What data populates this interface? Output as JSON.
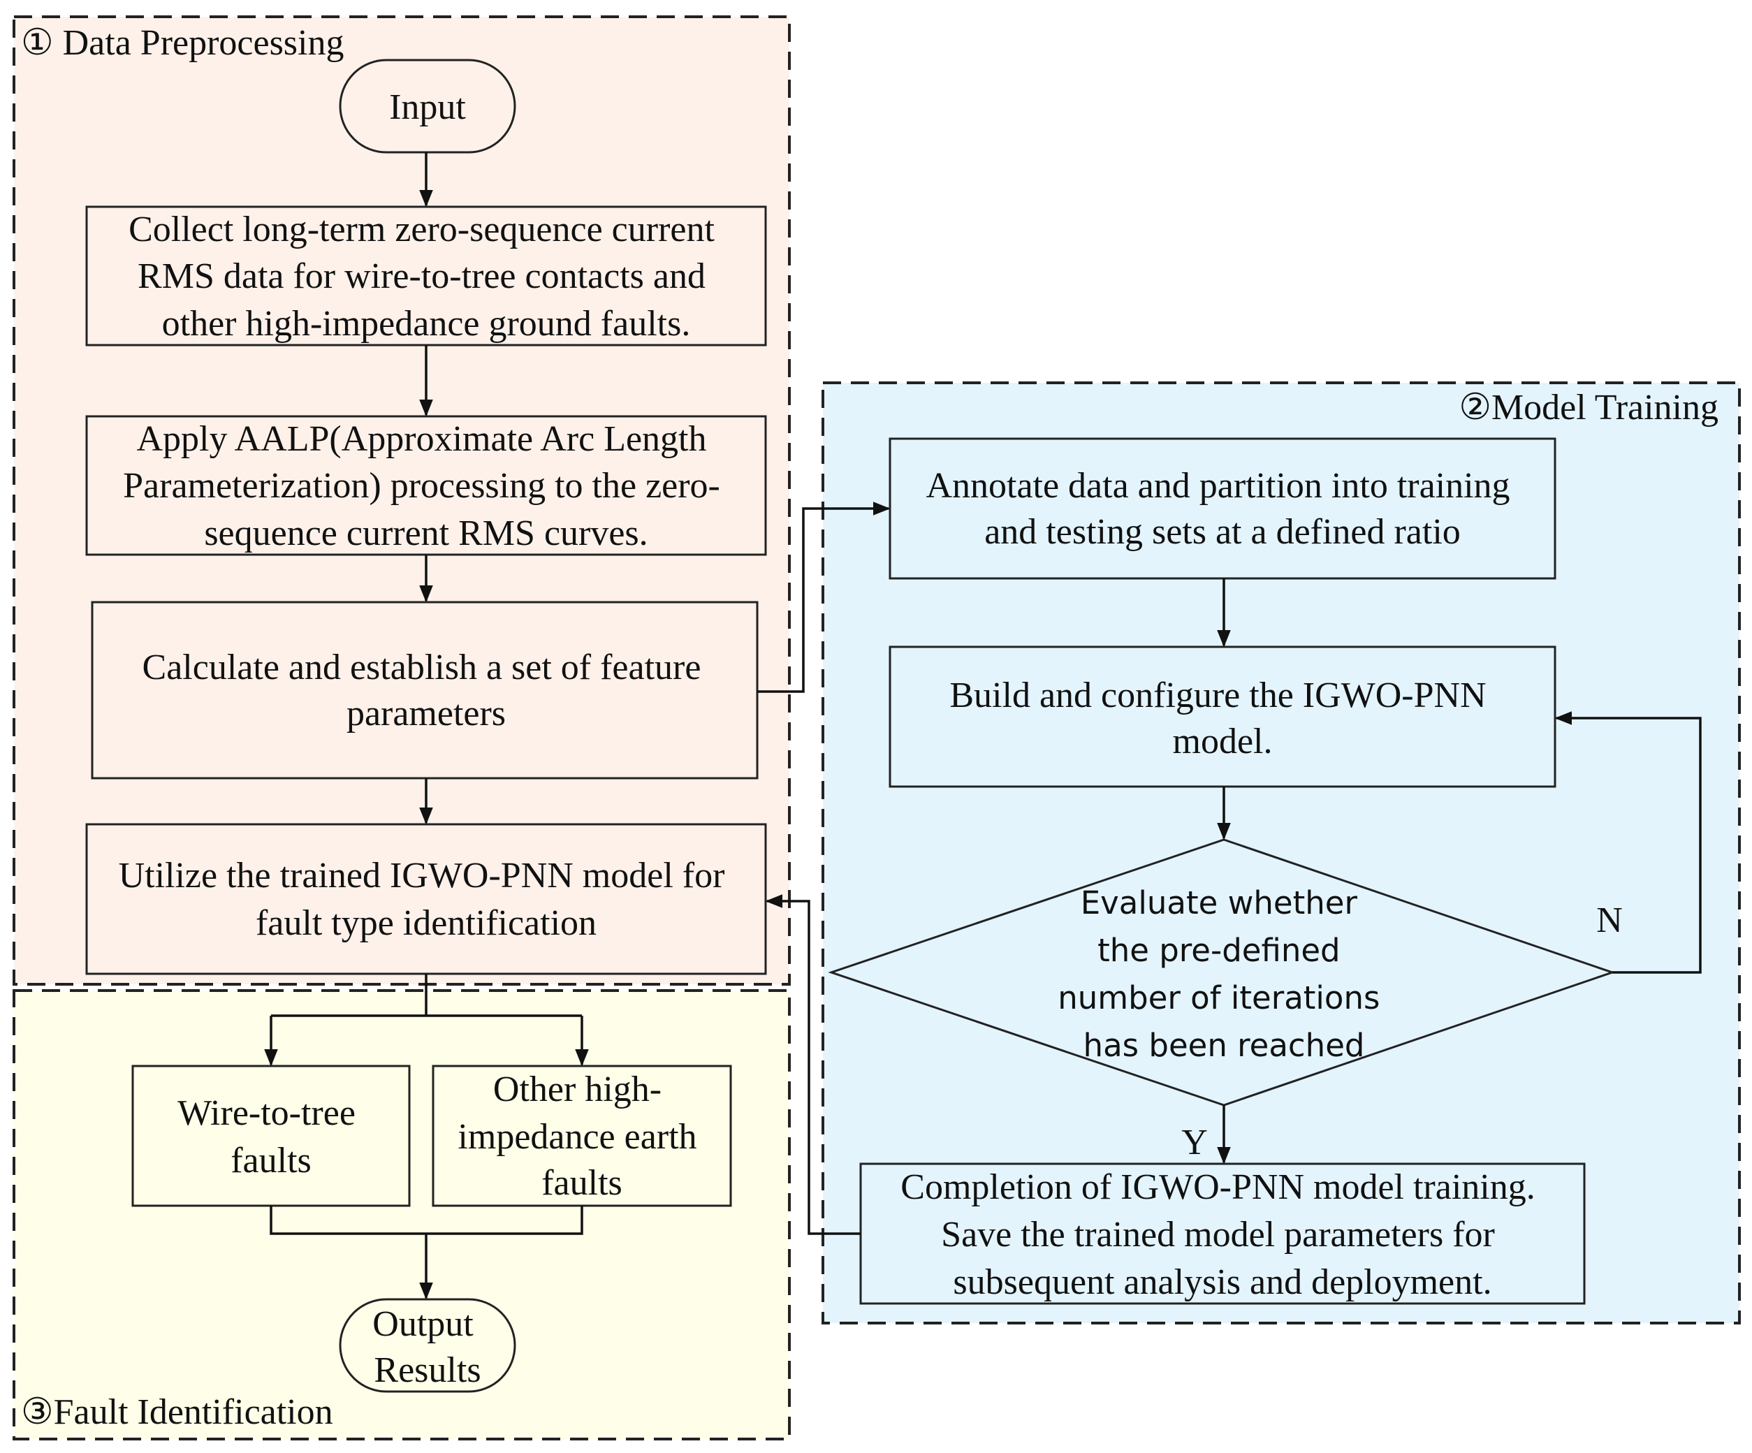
{
  "sections": {
    "preprocessing": {
      "title": "① Data Preprocessing",
      "color": "#fdf1ea"
    },
    "training": {
      "title": "②Model Training",
      "color": "#e3f4fd"
    },
    "identification": {
      "title": "③Fault Identification",
      "color": "#fefee9"
    }
  },
  "nodes": {
    "input": "Input",
    "collect": [
      "Collect long-term zero-sequence current",
      "RMS data for wire-to-tree contacts and",
      "other high-impedance ground faults."
    ],
    "aalp": [
      "Apply AALP(Approximate Arc Length",
      "Parameterization)  processing to the zero-",
      "sequence current RMS curves."
    ],
    "calculate": [
      "Calculate and establish a set of feature",
      "parameters"
    ],
    "utilize": [
      "Utilize the trained IGWO-PNN  model for",
      "fault type identification"
    ],
    "wire_faults": [
      "Wire-to-tree",
      "faults"
    ],
    "other_faults": [
      "Other high-",
      "impedance earth",
      "faults"
    ],
    "output": [
      "Output",
      "Results"
    ],
    "annotate": [
      "Annotate data and partition into training",
      "and testing sets at a defined ratio"
    ],
    "build": [
      "Build and configure the IGWO-PNN",
      "model."
    ],
    "evaluate": [
      "Evaluate whether",
      "the pre-defined",
      "number of iterations",
      "has been reached"
    ],
    "completion": [
      "Completion of IGWO-PNN model training.",
      "Save the trained model parameters for",
      "subsequent analysis and deployment."
    ]
  },
  "edge_labels": {
    "no": "N",
    "yes": "Y"
  }
}
